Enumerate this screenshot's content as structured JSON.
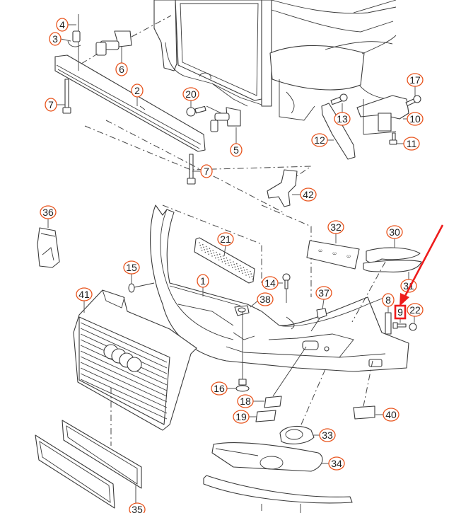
{
  "diagram": {
    "title": "Front bumper exploded parts diagram",
    "callout_color": "#e8531c",
    "highlight_color": "#ee1c1c",
    "highlighted_part": "9",
    "callouts": [
      {
        "id": "c4",
        "label": "4"
      },
      {
        "id": "c3",
        "label": "3"
      },
      {
        "id": "c6",
        "label": "6"
      },
      {
        "id": "c2",
        "label": "2"
      },
      {
        "id": "c7a",
        "label": "7"
      },
      {
        "id": "c20",
        "label": "20"
      },
      {
        "id": "c5",
        "label": "5"
      },
      {
        "id": "c7b",
        "label": "7"
      },
      {
        "id": "c17",
        "label": "17"
      },
      {
        "id": "c13",
        "label": "13"
      },
      {
        "id": "c10",
        "label": "10"
      },
      {
        "id": "c12",
        "label": "12"
      },
      {
        "id": "c11",
        "label": "11"
      },
      {
        "id": "c42",
        "label": "42"
      },
      {
        "id": "c36",
        "label": "36"
      },
      {
        "id": "c21",
        "label": "21"
      },
      {
        "id": "c32",
        "label": "32"
      },
      {
        "id": "c30",
        "label": "30"
      },
      {
        "id": "c15",
        "label": "15"
      },
      {
        "id": "c1",
        "label": "1"
      },
      {
        "id": "c14",
        "label": "14"
      },
      {
        "id": "c31",
        "label": "31"
      },
      {
        "id": "c41",
        "label": "41"
      },
      {
        "id": "c38",
        "label": "38"
      },
      {
        "id": "c37",
        "label": "37"
      },
      {
        "id": "c8",
        "label": "8"
      },
      {
        "id": "c9",
        "label": "9"
      },
      {
        "id": "c22",
        "label": "22"
      },
      {
        "id": "c16",
        "label": "16"
      },
      {
        "id": "c18",
        "label": "18"
      },
      {
        "id": "c40",
        "label": "40"
      },
      {
        "id": "c19",
        "label": "19"
      },
      {
        "id": "c33",
        "label": "33"
      },
      {
        "id": "c34",
        "label": "34"
      },
      {
        "id": "c35",
        "label": "35"
      }
    ]
  }
}
